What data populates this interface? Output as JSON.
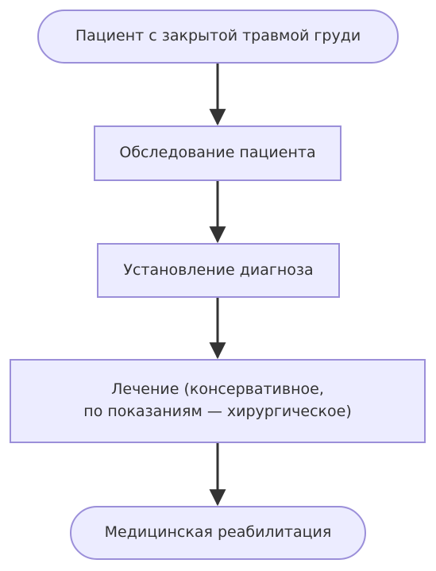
{
  "flowchart": {
    "nodes": [
      {
        "id": "start",
        "shape": "rounded",
        "label": "Пациент с закрытой травмой груди"
      },
      {
        "id": "exam",
        "shape": "rect",
        "label": "Обследование пациента"
      },
      {
        "id": "diagnosis",
        "shape": "rect",
        "label": "Установление диагноза"
      },
      {
        "id": "treatment",
        "shape": "rect",
        "label": "Лечение (консервативное,\nпо показаниям — хирургическое)"
      },
      {
        "id": "rehab",
        "shape": "rounded",
        "label": "Медицинская реабилитация"
      }
    ],
    "edges": [
      {
        "from": "start",
        "to": "exam"
      },
      {
        "from": "exam",
        "to": "diagnosis"
      },
      {
        "from": "diagnosis",
        "to": "treatment"
      },
      {
        "from": "treatment",
        "to": "rehab"
      }
    ],
    "colors": {
      "node_fill": "#ececff",
      "node_border": "#9b8fd9",
      "edge": "#333333",
      "text": "#333333"
    }
  }
}
